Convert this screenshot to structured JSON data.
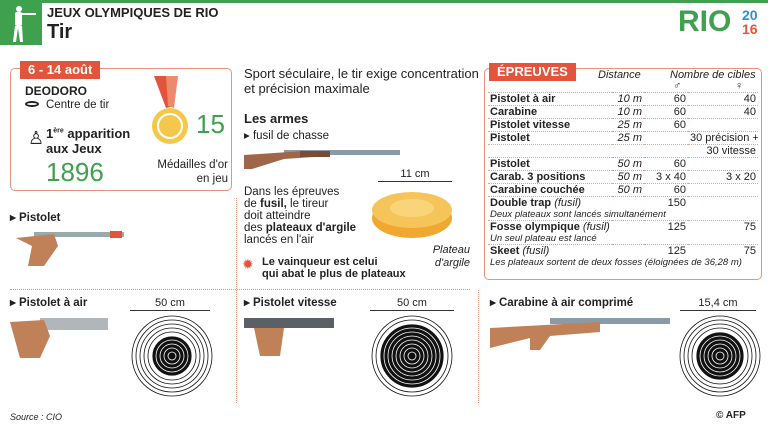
{
  "header": {
    "kicker": "JEUX OLYMPIQUES DE RIO",
    "title": "Tir",
    "logo_rio": "RIO",
    "logo_year_top": "20",
    "logo_year_bottom": "16"
  },
  "info": {
    "dates": "6 - 14 août",
    "venue": "DEODORO",
    "venue_sub": "Centre de tir",
    "first_label_sup": "ère",
    "first_label_1": "1",
    "first_label_2": " apparition",
    "first_label_3": "aux Jeux",
    "first_year": "1896",
    "medals": "15",
    "medals_label_1": "Médailles d'or",
    "medals_label_2": "en jeu"
  },
  "intro": "Sport séculaire, le tir exige concentration et précision maximale",
  "armes": {
    "title": "Les armes",
    "fusil": "fusil de chasse",
    "size": "11 cm",
    "plateau_1": "Plateau",
    "plateau_2": "d'argile",
    "desc_1": "Dans les épreuves",
    "desc_2a": "de ",
    "desc_2b": "fusil,",
    "desc_2c": " le tireur",
    "desc_3": "doit atteindre",
    "desc_4a": "des ",
    "desc_4b": "plateaux d'argile",
    "desc_5": "lancés en l'air",
    "winner_1": "Le vainqueur est celui",
    "winner_2": "qui abat le plus de plateaux"
  },
  "epreuves": {
    "title": "ÉPREUVES",
    "col_distance": "Distance",
    "col_cibles": "Nombre de cibles",
    "male": "♂",
    "female": "♀",
    "rows": [
      {
        "name": "Pistolet à air",
        "dist": "10 m",
        "m": "60",
        "f": "40"
      },
      {
        "name": "Carabine",
        "dist": "10 m",
        "m": "60",
        "f": "40"
      },
      {
        "name": "Pistolet vitesse",
        "dist": "25 m",
        "m": "60",
        "f": ""
      },
      {
        "name": "Pistolet",
        "dist": "25 m",
        "m": "",
        "f": "30 précision +"
      },
      {
        "name": "",
        "dist": "",
        "m": "",
        "f": "30 vitesse"
      },
      {
        "name": "Pistolet",
        "dist": "50 m",
        "m": "60",
        "f": ""
      },
      {
        "name": "Carab. 3 positions",
        "dist": "50 m",
        "m": "3 x 40",
        "f": "3 x 20"
      },
      {
        "name": "Carabine couchée",
        "dist": "50 m",
        "m": "60",
        "f": ""
      },
      {
        "name": "Double trap",
        "sub": "(fusil)",
        "dist": "",
        "m": "150",
        "f": "",
        "note": "Deux plateaux sont lancés simultanément"
      },
      {
        "name": "Fosse olympique",
        "sub": "(fusil)",
        "dist": "",
        "m": "125",
        "f": "75",
        "note": "Un seul plateau est lancé"
      },
      {
        "name": "Skeet",
        "sub": "(fusil)",
        "dist": "",
        "m": "125",
        "f": "75",
        "note": "Les plateaux sortent de deux fosses (éloignées de 36,28 m)"
      }
    ]
  },
  "weapons": {
    "pistolet": "Pistolet",
    "pistolet_air": "Pistolet à air",
    "pistolet_air_size": "50 cm",
    "pistolet_vitesse": "Pistolet vitesse",
    "pistolet_vitesse_size": "50 cm",
    "carabine_air": "Carabine à air comprimé",
    "carabine_air_size": "15,4 cm"
  },
  "footer": {
    "source": "Source : CIO",
    "credit": "© AFP"
  }
}
